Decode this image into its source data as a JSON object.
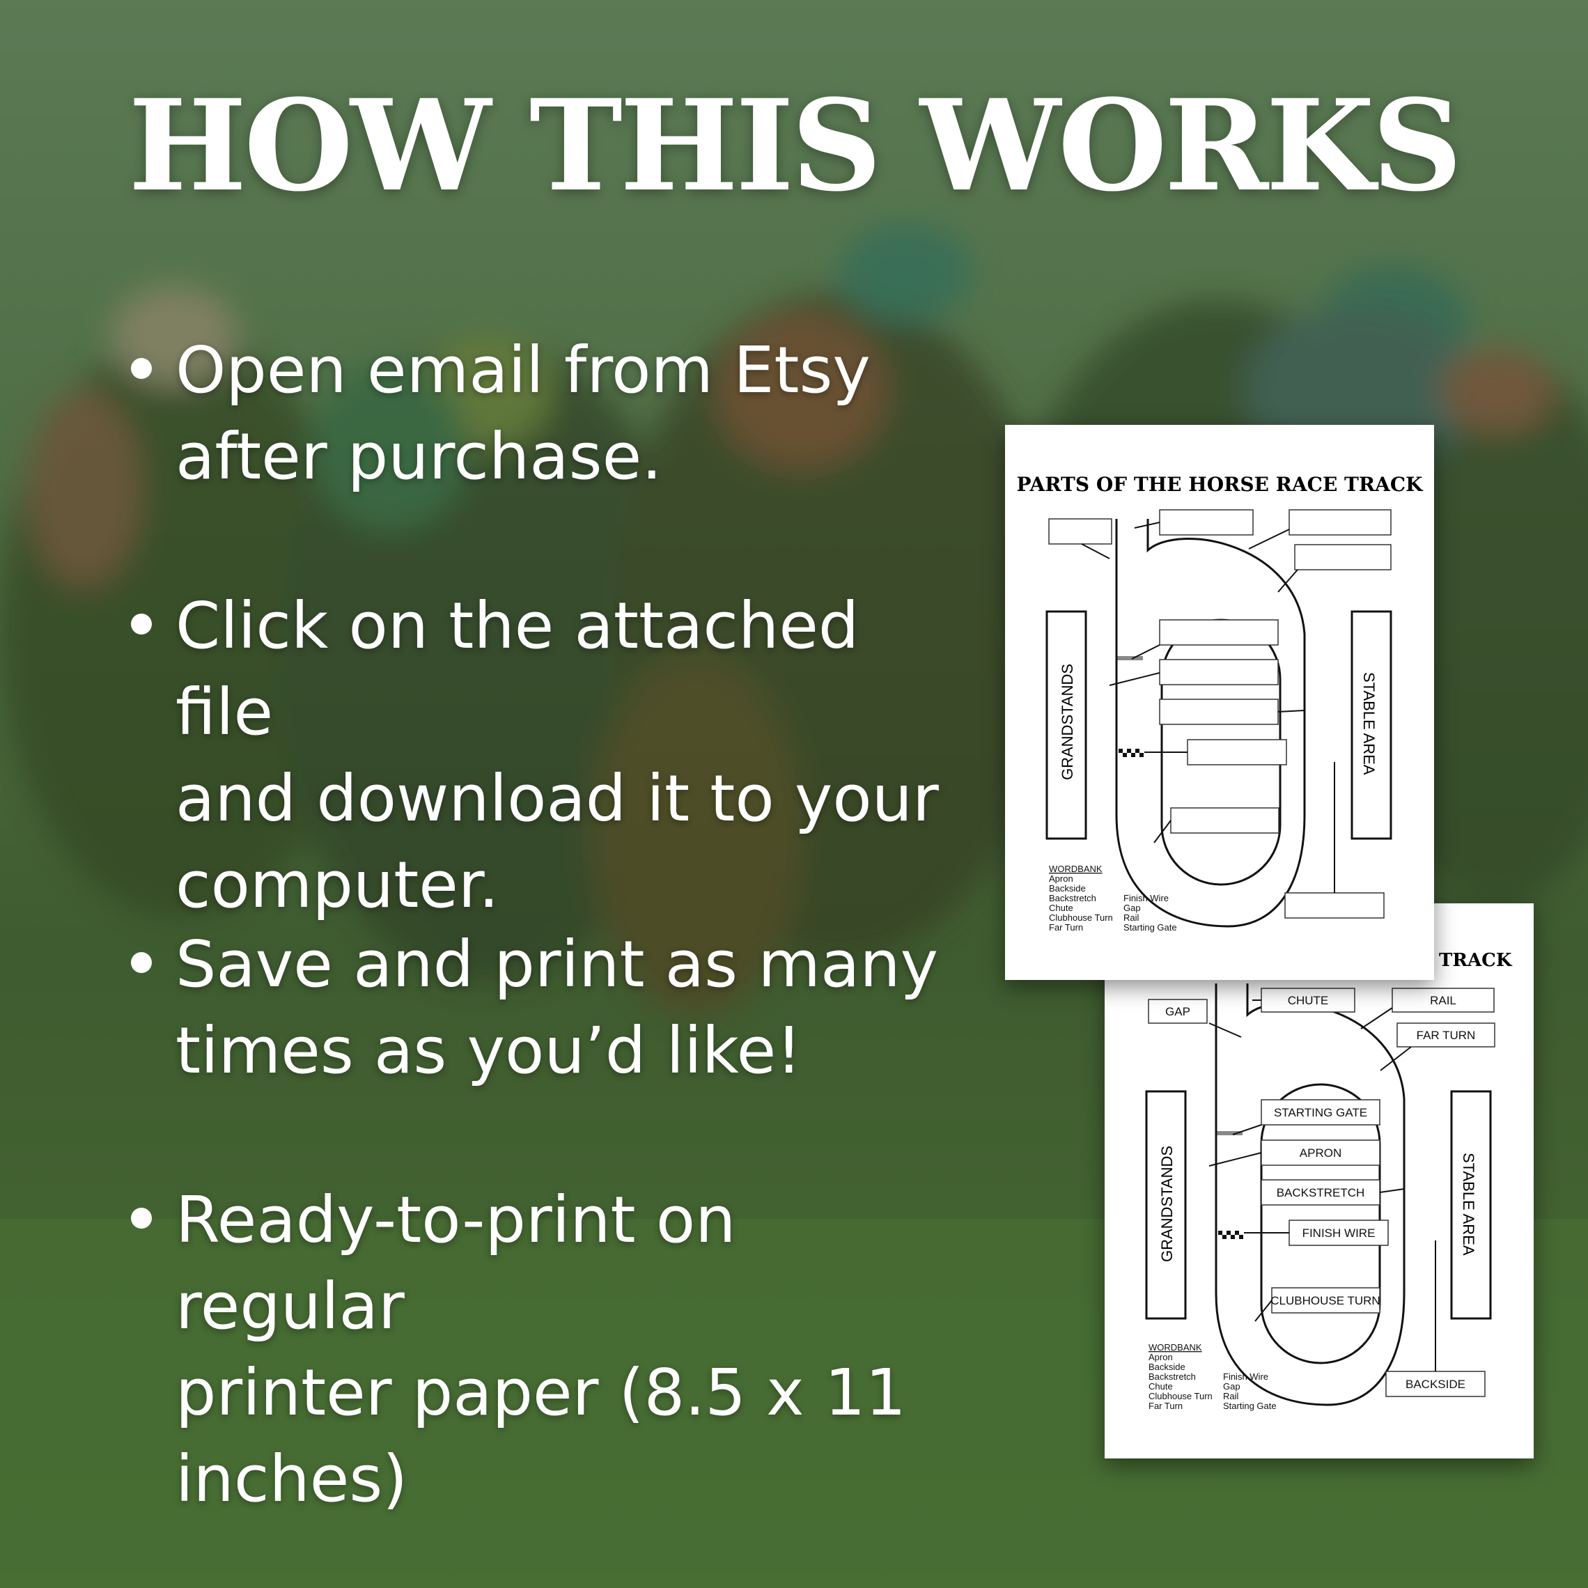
{
  "title": "HOW THIS WORKS",
  "steps": [
    {
      "line1": "Open email from Etsy",
      "line2": "after purchase."
    },
    {
      "line1": "Click on the attached file",
      "line2": "and download it to your",
      "line3": "computer."
    },
    {
      "line1": "Save and print as many",
      "line2": "times as you’d like!"
    },
    {
      "line1": "Ready-to-print on regular",
      "line2": "printer paper (8.5 x 11",
      "line3": "inches)"
    }
  ],
  "worksheet": {
    "title": "PARTS OF THE HORSE RACE TRACK",
    "title_fragment": "TRACK",
    "grandstands": "GRANDSTANDS",
    "stable_area": "STABLE AREA",
    "wordbank_title": "WORDBANK",
    "wordbank_col1": [
      "Apron",
      "Backside",
      "Backstretch",
      "Chute",
      "Clubhouse Turn",
      "Far Turn"
    ],
    "wordbank_col2": [
      "Finish Wire",
      "Gap",
      "Rail",
      "Starting Gate"
    ],
    "answers": {
      "gap": "GAP",
      "chute": "CHUTE",
      "rail": "RAIL",
      "far_turn": "FAR TURN",
      "starting_gate": "STARTING GATE",
      "apron": "APRON",
      "backstretch": "BACKSTRETCH",
      "finish_wire": "FINISH WIRE",
      "clubhouse_turn": "CLUBHOUSE TURN",
      "backside": "BACKSIDE"
    }
  },
  "colors": {
    "background_green": "#4f6a3f",
    "text_white": "#ffffff",
    "paper": "#ffffff",
    "ink": "#111111"
  }
}
